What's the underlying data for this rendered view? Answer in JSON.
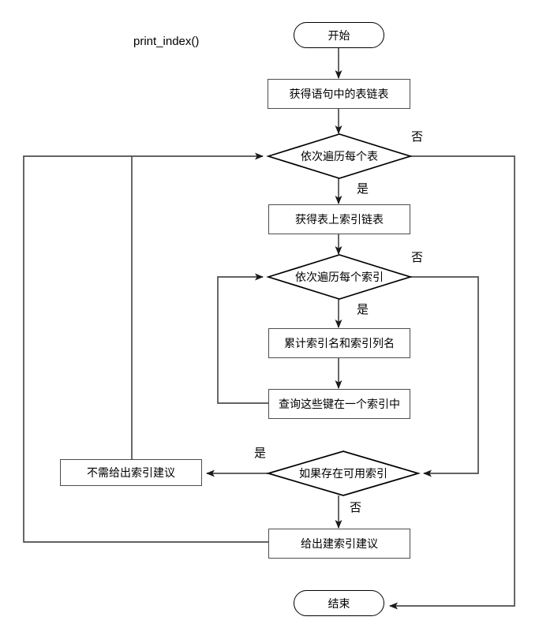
{
  "diagram": {
    "title": "print_index()",
    "type": "flowchart",
    "language": "zh-CN",
    "colors": {
      "background": "#ffffff",
      "node_stroke": "#4d4d4d",
      "terminator_stroke": "#000000",
      "edge_stroke": "#4d4d4d",
      "text": "#000000"
    },
    "nodes": [
      {
        "id": "start",
        "shape": "terminator",
        "label": "开始"
      },
      {
        "id": "get_tables",
        "shape": "process",
        "label": "获得语句中的表链表"
      },
      {
        "id": "loop_table",
        "shape": "decision",
        "label": "依次遍历每个表"
      },
      {
        "id": "get_indexes",
        "shape": "process",
        "label": "获得表上索引链表"
      },
      {
        "id": "loop_index",
        "shape": "decision",
        "label": "依次遍历每个索引"
      },
      {
        "id": "accum_names",
        "shape": "process",
        "label": "累计索引名和索引列名"
      },
      {
        "id": "query_keys",
        "shape": "process",
        "label": "查询这些键在一个索引中"
      },
      {
        "id": "has_index",
        "shape": "decision",
        "label": "如果存在可用索引"
      },
      {
        "id": "no_advice",
        "shape": "process",
        "label": "不需给出索引建议"
      },
      {
        "id": "give_advice",
        "shape": "process",
        "label": "给出建索引建议"
      },
      {
        "id": "end",
        "shape": "terminator",
        "label": "结束"
      }
    ],
    "edge_labels": {
      "loop_table_no": "否",
      "loop_table_yes": "是",
      "loop_index_no": "否",
      "loop_index_yes": "是",
      "has_index_yes": "是",
      "has_index_no": "否"
    },
    "edges": [
      {
        "from": "start",
        "to": "get_tables",
        "label": ""
      },
      {
        "from": "get_tables",
        "to": "loop_table",
        "label": ""
      },
      {
        "from": "loop_table",
        "to": "get_indexes",
        "label": "是"
      },
      {
        "from": "loop_table",
        "to": "end",
        "label": "否"
      },
      {
        "from": "get_indexes",
        "to": "loop_index",
        "label": ""
      },
      {
        "from": "loop_index",
        "to": "accum_names",
        "label": "是"
      },
      {
        "from": "loop_index",
        "to": "has_index",
        "label": "否"
      },
      {
        "from": "accum_names",
        "to": "query_keys",
        "label": ""
      },
      {
        "from": "query_keys",
        "to": "loop_index",
        "label": ""
      },
      {
        "from": "has_index",
        "to": "no_advice",
        "label": "是"
      },
      {
        "from": "has_index",
        "to": "give_advice",
        "label": "否"
      },
      {
        "from": "no_advice",
        "to": "loop_table",
        "label": ""
      },
      {
        "from": "give_advice",
        "to": "loop_table",
        "label": ""
      }
    ]
  }
}
